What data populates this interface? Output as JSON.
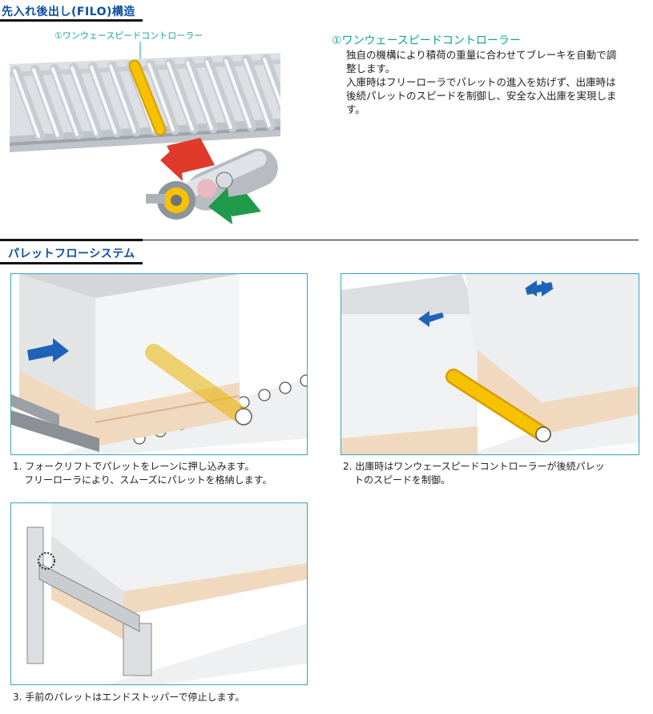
{
  "section1": {
    "heading": "先入れ後出し(FILO)構造",
    "callout_label": "①ワンウェースピードコントローラー",
    "desc_title": "①ワンウェースピードコントローラー",
    "desc_lines": [
      "独自の機構により積荷の重量に合わせてブレーキを自動で調",
      "整します。",
      "入庫時はフリーローラでパレットの進入を妨げず、出庫時は",
      "後続パレットのスピードを制御し、安全な入出庫を実現しま",
      "す。"
    ]
  },
  "section2": {
    "heading": "パレットフローシステム",
    "captions": [
      {
        "line1": "1. フォークリフトでパレットをレーンに押し込みます。",
        "line2": "フリーローラにより、スムーズにパレットを格納します。"
      },
      {
        "line1": "2. 出庫時はワンウェースピードコントローラーが後続パレッ",
        "line2": "トのスピードを制御。"
      },
      {
        "line1": "3. 手前のパレットはエンドストッパーで停止します。",
        "line2": ""
      }
    ]
  },
  "colors": {
    "heading_blue": "#0b4ea2",
    "teal": "#13a39a",
    "panel_border": "#3aa6b9",
    "controller_yellow": "#f6c200",
    "arrow_blue": "#1f63b8",
    "arrow_red": "#e03a2a",
    "arrow_green": "#1e9a4a",
    "pallet_wood": "#f1d9bf"
  }
}
